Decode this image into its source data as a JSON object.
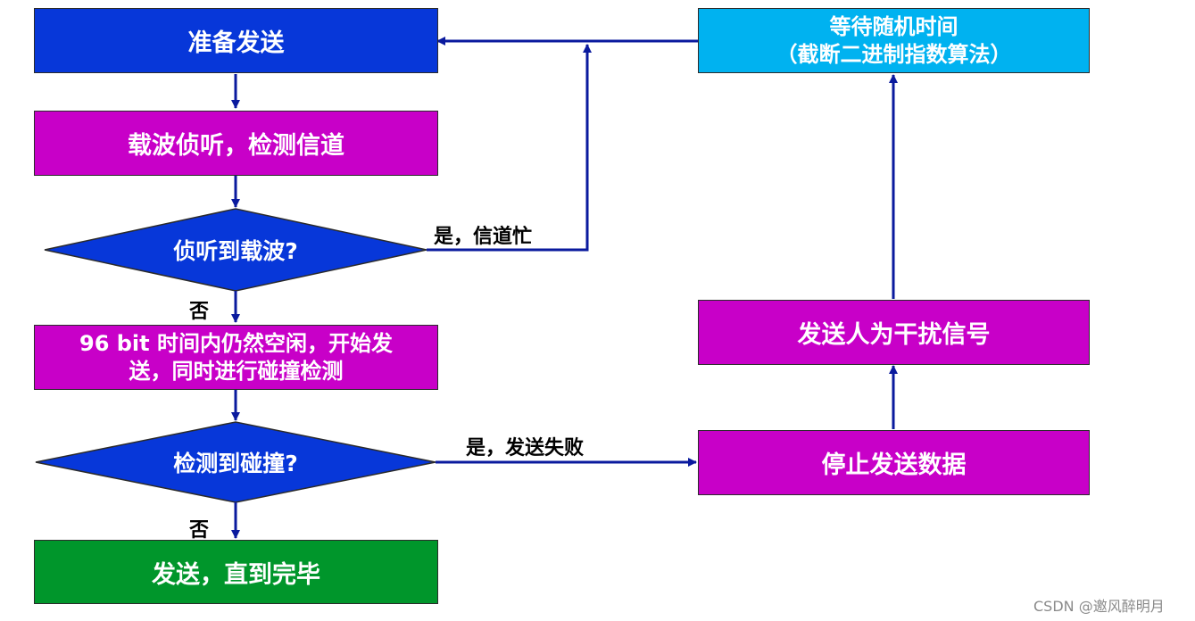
{
  "nodes": {
    "prepare_send": "准备发送",
    "carrier_sense": "载波侦听，检测信道",
    "carrier_detected": "侦听到载波?",
    "idle_96bit": [
      "96 bit 时间内仍然空闲，开始发",
      "送，同时进行碰撞检测"
    ],
    "collision_detected": "检测到碰撞?",
    "send_until_done": "发送，直到完毕",
    "wait_random": [
      "等待随机时间",
      "（截断二进制指数算法）"
    ],
    "jam_signal": "发送人为干扰信号",
    "stop_send": "停止发送数据"
  },
  "edge_labels": {
    "busy": "是，信道忙",
    "no_1": "否",
    "fail": "是，发送失败",
    "no_2": "否"
  },
  "colors": {
    "blue": "#0737d9",
    "purple": "#c800c8",
    "cyan": "#00b2f0",
    "green": "#00962b",
    "arrow": "#0a1a9e"
  },
  "watermark": "CSDN @邀风醉明月"
}
